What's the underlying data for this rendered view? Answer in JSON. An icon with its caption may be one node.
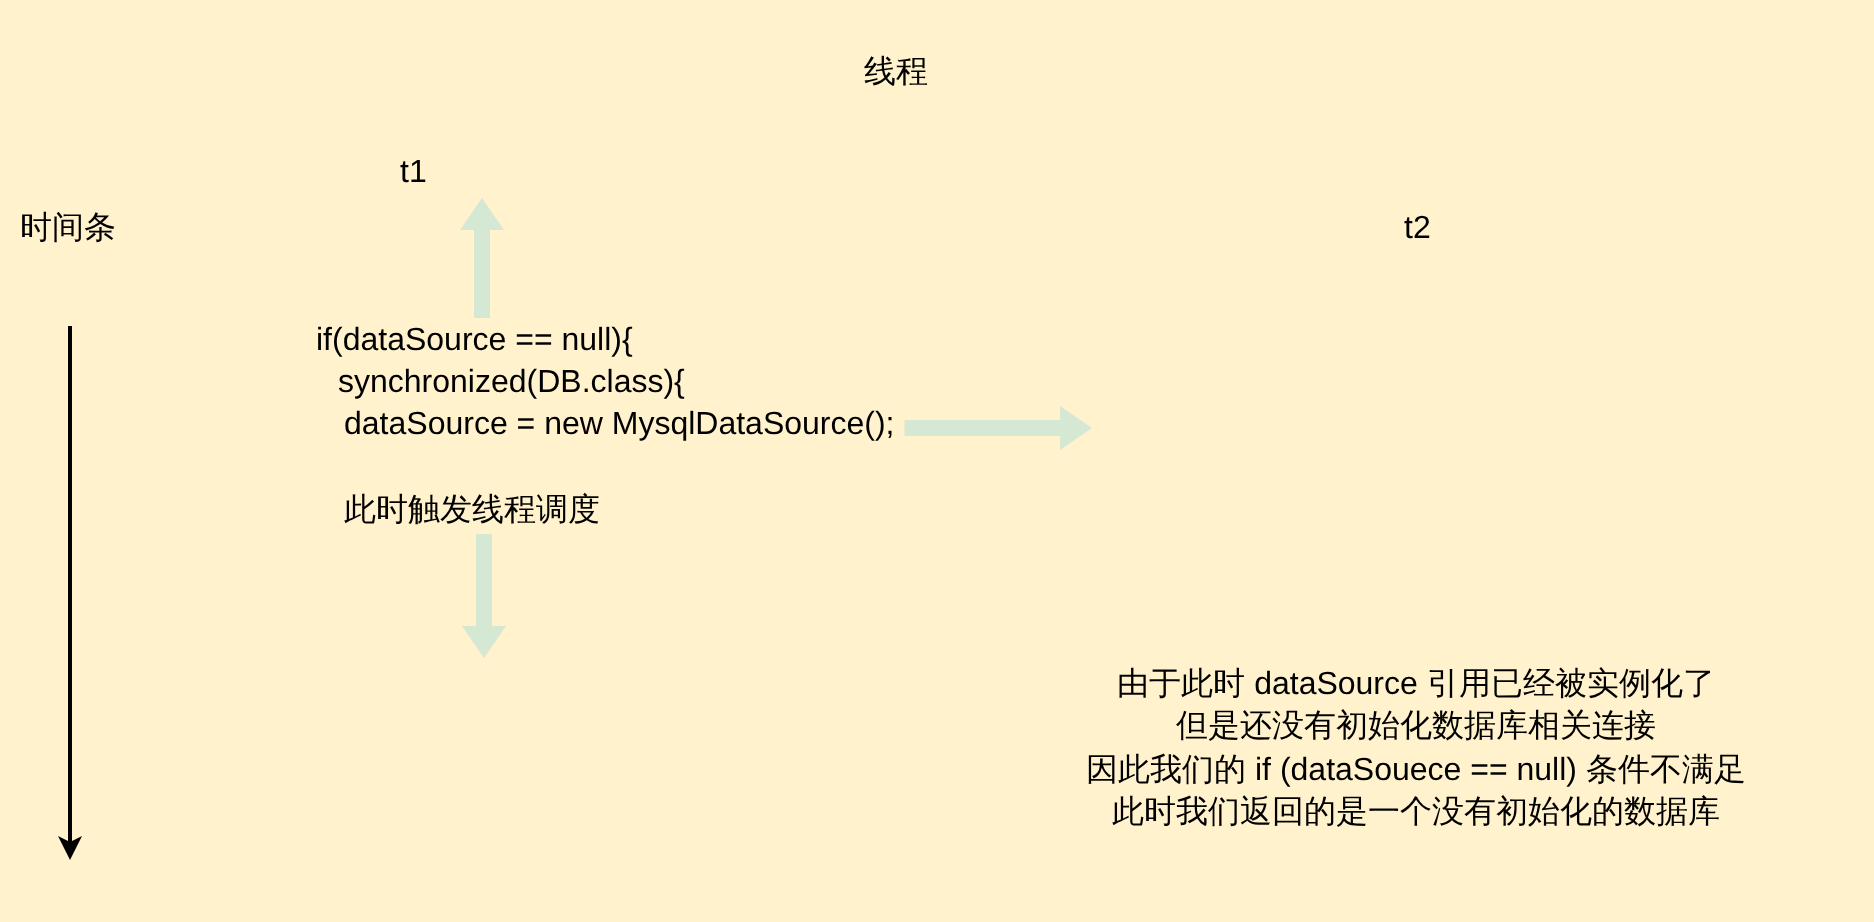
{
  "diagram": {
    "title": "线程",
    "nodes": [
      {
        "text": [
          "t1"
        ]
      },
      {
        "text": [
          "if(dataSource == null){",
          "synchronized(DB.class){",
          "dataSource = new MysqlDataSource();"
        ]
      },
      {
        "text": [
          "此时触发线程调度"
        ]
      }
    ],
    "edges": [
      {
        "from": 1,
        "to": 0,
        "arrow": "to"
      },
      {
        "from": 1,
        "to": null,
        "arrow": "to"
      },
      {
        "from": 2,
        "to": null,
        "arrow": "to"
      }
    ],
    "labels": [
      "时间条",
      "t2",
      "由于此时 dataSource 引用已经被实例化了",
      "但是还没有初始化数据库相关连接",
      "因此我们的 if (dataSouece == null) 条件不满足",
      "此时我们返回的是一个没有初始化的数据库"
    ]
  }
}
